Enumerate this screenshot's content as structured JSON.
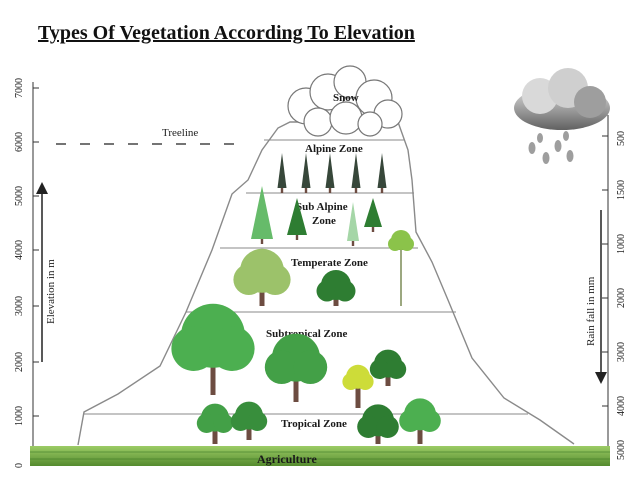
{
  "title": "Types Of Vegetation According To Elevation",
  "treeline_label": "Treeline",
  "zones": {
    "snow": "Snow",
    "alpine": "Alpine Zone",
    "subalpine_line1": "Sub Alpine",
    "subalpine_line2": "Zone",
    "temperate": "Temperate Zone",
    "subtropical": "Subtropical Zone",
    "tropical": "Tropical Zone",
    "agriculture": "Agriculture"
  },
  "elevation_axis": {
    "label": "Elevation in m",
    "ticks": [
      "0",
      "1000",
      "2000",
      "3000",
      "4000",
      "5000",
      "6000",
      "7000"
    ]
  },
  "rainfall_axis": {
    "label": "Rain fall in mm",
    "ticks": [
      "500",
      "1500",
      "1000",
      "2000",
      "3000",
      "4000",
      "5000"
    ]
  },
  "icons": [
    "cloud-icon",
    "rain-cloud-icon",
    "tree-icon",
    "arrow-up-icon",
    "arrow-down-icon"
  ],
  "colors": {
    "mountain_outline": "#8a8a8a",
    "grass": "#7cb342",
    "tree_dark": "#2e7d32",
    "tree_light": "#66bb6a",
    "trunk": "#6d4c41"
  }
}
